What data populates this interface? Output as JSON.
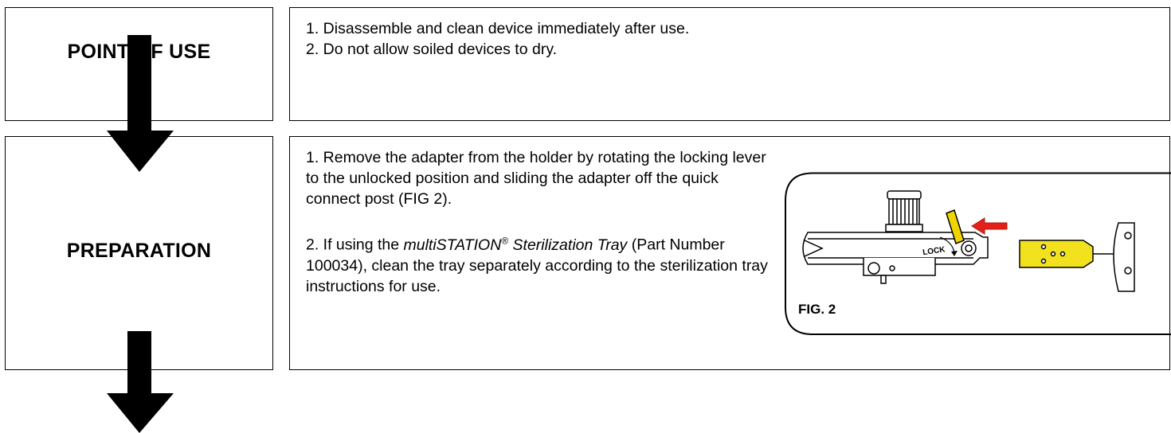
{
  "steps": [
    {
      "label": "POINT OF USE",
      "instructions": [
        "1. Disassemble and clean device immediately after use.",
        "2. Do not allow soiled devices to dry."
      ]
    },
    {
      "label": "PREPARATION",
      "instructions": {
        "item1": "1. Remove the adapter from the holder by rotating the locking lever to the unlocked position and sliding the adapter off the quick connect post (FIG 2).",
        "item2_prefix": "2. If using the ",
        "item2_product": "multiSTATION",
        "item2_reg": "®",
        "item2_product_tail": " Sterilization Tray",
        "item2_suffix": " (Part Number 100034), clean the tray separately according to the sterilization tray instructions for use."
      },
      "figure": {
        "caption": "FIG. 2",
        "lock_label": "LOCK"
      }
    }
  ],
  "colors": {
    "arrow_red": "#e32119",
    "adapter_yellow": "#f2e21e",
    "lever_yellow": "#f0d400",
    "line": "#000000"
  }
}
